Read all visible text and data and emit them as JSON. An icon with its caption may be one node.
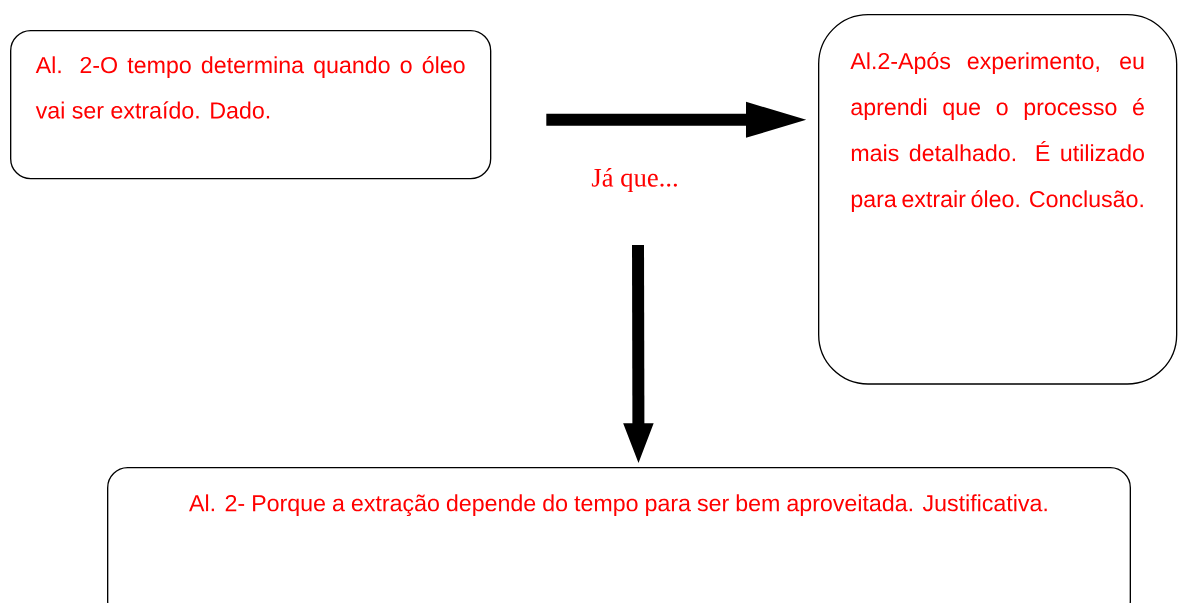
{
  "diagram": {
    "nodes": [
      {
        "text": [
          "Al. 2-O tempo determina quando o óleo vai ser extraído. Dado."
        ]
      },
      {
        "text": [
          "Al.2-Após experimento, eu aprendi que o processo é mais detalhado. É utilizado para extrair óleo. Conclusão."
        ]
      },
      {
        "text": [
          "Al. 2- Porque a extração depende do tempo para ser bem aproveitada. Justificativa."
        ]
      }
    ],
    "edges": [
      {
        "from": 0,
        "to": 1,
        "arrow": "to"
      },
      {
        "from": null,
        "to": 2,
        "arrow": "to"
      }
    ],
    "labels": [
      "Já que..."
    ]
  }
}
